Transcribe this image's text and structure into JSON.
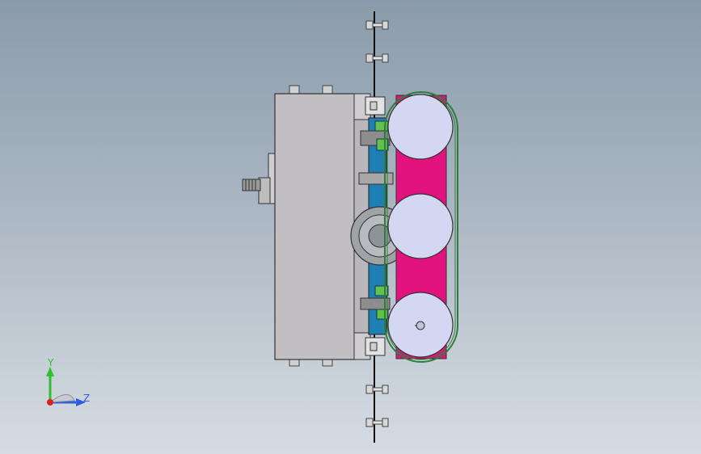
{
  "viewport": {
    "background_top": "#8a9bab",
    "background_bottom": "#d6dce3"
  },
  "model": {
    "colors": {
      "housing": "#c2bfc3",
      "housing_side": "#cfcdd0",
      "blue_plate": "#1f7fb5",
      "magenta_plate": "#e2137e",
      "roller": "#d3d7f2",
      "belt": "#2f7d3a",
      "green_bracket": "#5ec24b",
      "bolt": "#dcdcdc",
      "gray_block": "#8d8d8d"
    },
    "rollers": [
      "top-roller",
      "middle-roller",
      "bottom-roller"
    ],
    "bolts": [
      "bolt-1",
      "bolt-2",
      "bolt-3",
      "bolt-4"
    ]
  },
  "triad": {
    "y_label": "Y",
    "z_label": "Z",
    "y_color": "#2fbf2f",
    "z_color": "#2f5fe0",
    "x_color": "#e02020"
  }
}
